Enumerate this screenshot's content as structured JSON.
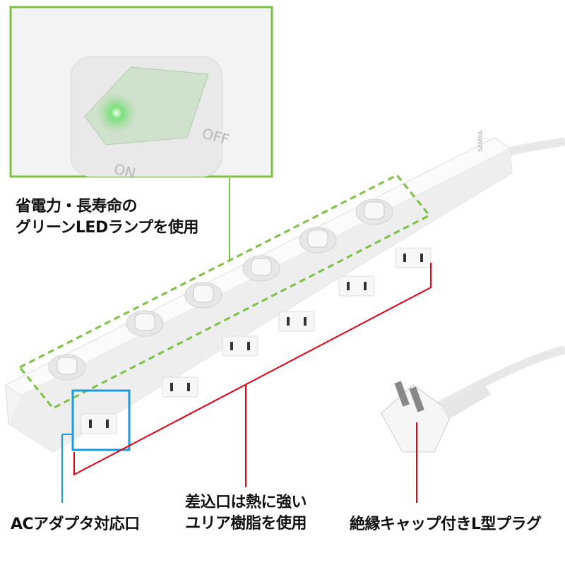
{
  "inset": {
    "on_label": "ON",
    "off_label": "OFF",
    "border_color": "#7bc143"
  },
  "strip": {
    "brand_logo": "SANWA",
    "switch_on": "ON",
    "switch_off": "OFF"
  },
  "callouts": {
    "led": {
      "line1": "省電力・長寿命の",
      "line2": "グリーンLEDランプを使用",
      "color": "#7bc143"
    },
    "ac_adapter": {
      "text": "ACアダプタ対応口",
      "color": "#1a9be0"
    },
    "resin": {
      "line1": "差込口は熱に強い",
      "line2": "ユリア樹脂を使用",
      "color": "#e60012"
    },
    "plug": {
      "text": "絶縁キャップ付きL型プラグ",
      "color": "#e60012"
    }
  }
}
